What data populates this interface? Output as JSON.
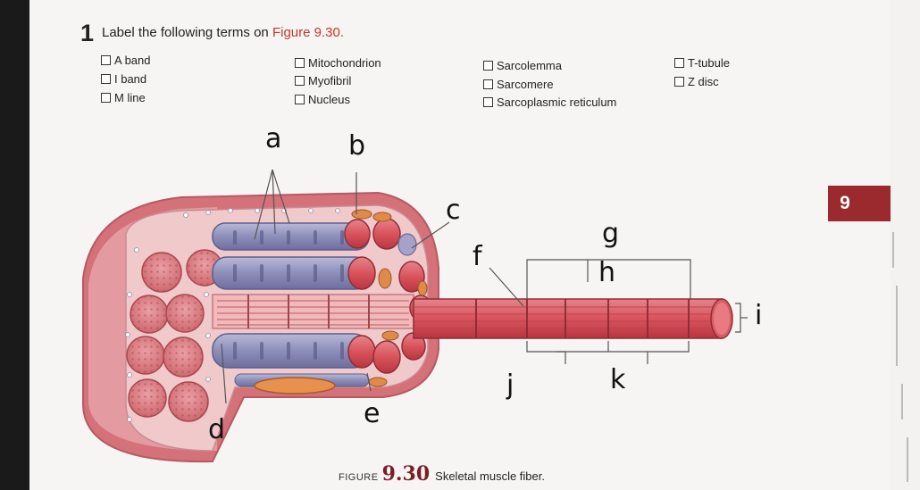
{
  "question": {
    "number": "1",
    "text_before": "Label the following terms on ",
    "figure_ref": "Figure 9.30."
  },
  "terms": {
    "col1": [
      "A band",
      "I band",
      "M line"
    ],
    "col2": [
      "Mitochondrion",
      "Myofibril",
      "Nucleus"
    ],
    "col3": [
      "Sarcolemma",
      "Sarcomere",
      "Sarcoplasmic reticulum"
    ],
    "col4": [
      "T-tubule",
      "Z disc"
    ]
  },
  "handwritten_labels": {
    "a": "a",
    "b": "b",
    "c": "c",
    "d": "d",
    "e": "e",
    "f": "f",
    "g": "g",
    "h": "h",
    "i": "i",
    "j": "j",
    "k": "k"
  },
  "caption": {
    "label": "FIGURE",
    "number": "9.30",
    "text": "Skeletal muscle fiber."
  },
  "chapter_tab": "9",
  "colors": {
    "page_bg": "#f6f5f3",
    "figure_ref_red": "#c0392b",
    "tab_red": "#9b2a2e",
    "muscle_pink": "#d9727a",
    "myofibril_purple": "#8c8db8",
    "fibril_red": "#d1444e"
  }
}
